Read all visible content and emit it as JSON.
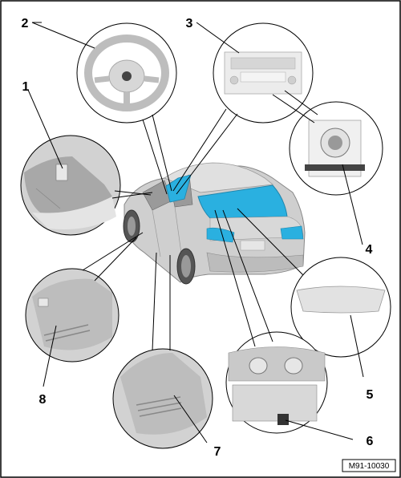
{
  "callouts": [
    {
      "id": "1",
      "label": "1",
      "part": "roof-trim-detail"
    },
    {
      "id": "2",
      "label": "2",
      "part": "steering-wheel"
    },
    {
      "id": "3",
      "label": "3",
      "part": "radio-unit"
    },
    {
      "id": "4",
      "label": "4",
      "part": "speaker"
    },
    {
      "id": "5",
      "label": "5",
      "part": "rear-window-glass"
    },
    {
      "id": "6",
      "label": "6",
      "part": "overhead-switch-module"
    },
    {
      "id": "7",
      "label": "7",
      "part": "b-pillar-trim"
    },
    {
      "id": "8",
      "label": "8",
      "part": "a-pillar-trim"
    }
  ],
  "figure_code": "M91-10030",
  "colors": {
    "highlight_blue": "#2ab0e0",
    "car_body": "#c9c9c9",
    "line": "#000000",
    "detail_gray": "#b8b8b8"
  }
}
